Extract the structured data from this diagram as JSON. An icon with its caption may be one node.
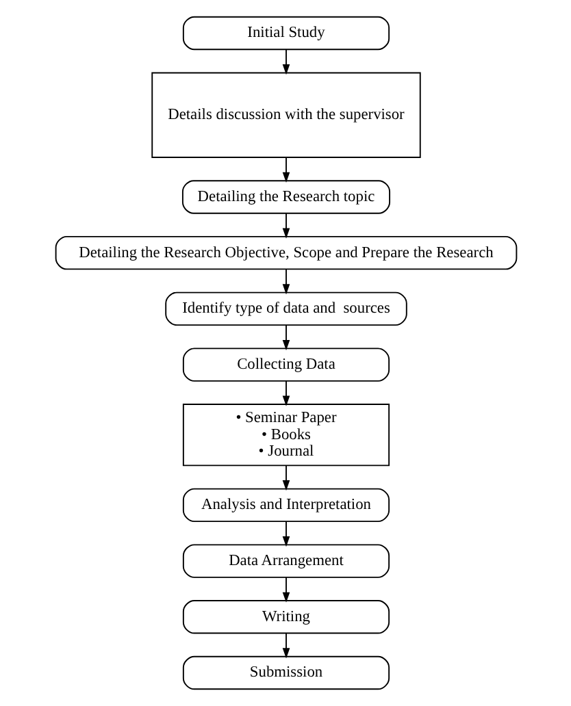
{
  "diagram": {
    "nodes": [
      {
        "text": [
          "Initial Study"
        ]
      },
      {
        "text": [
          "Details discussion with the supervisor"
        ]
      },
      {
        "text": [
          "Detailing the Research topic"
        ]
      },
      {
        "text": [
          "Detailing the Research Objective, Scope and Prepare the Research"
        ]
      },
      {
        "text": [
          "Identify type of data and  sources"
        ]
      },
      {
        "text": [
          "Collecting Data"
        ]
      },
      {
        "text": [
          "• Seminar Paper",
          "• Books",
          "• Journal"
        ]
      },
      {
        "text": [
          "Analysis and Interpretation"
        ]
      },
      {
        "text": [
          "Data Arrangement"
        ]
      },
      {
        "text": [
          "Writing"
        ]
      },
      {
        "text": [
          "Submission"
        ]
      }
    ],
    "edges": [
      {
        "from": 0,
        "to": 1,
        "arrow": "to"
      },
      {
        "from": 1,
        "to": 2,
        "arrow": "to"
      },
      {
        "from": 2,
        "to": 3,
        "arrow": "to"
      },
      {
        "from": 3,
        "to": 4,
        "arrow": "to"
      },
      {
        "from": 4,
        "to": 5,
        "arrow": "to"
      },
      {
        "from": 5,
        "to": 6,
        "arrow": "to"
      },
      {
        "from": 6,
        "to": 7,
        "arrow": "to"
      },
      {
        "from": 7,
        "to": 8,
        "arrow": "to"
      },
      {
        "from": 8,
        "to": 9,
        "arrow": "to"
      },
      {
        "from": 9,
        "to": 10,
        "arrow": "to"
      }
    ]
  }
}
